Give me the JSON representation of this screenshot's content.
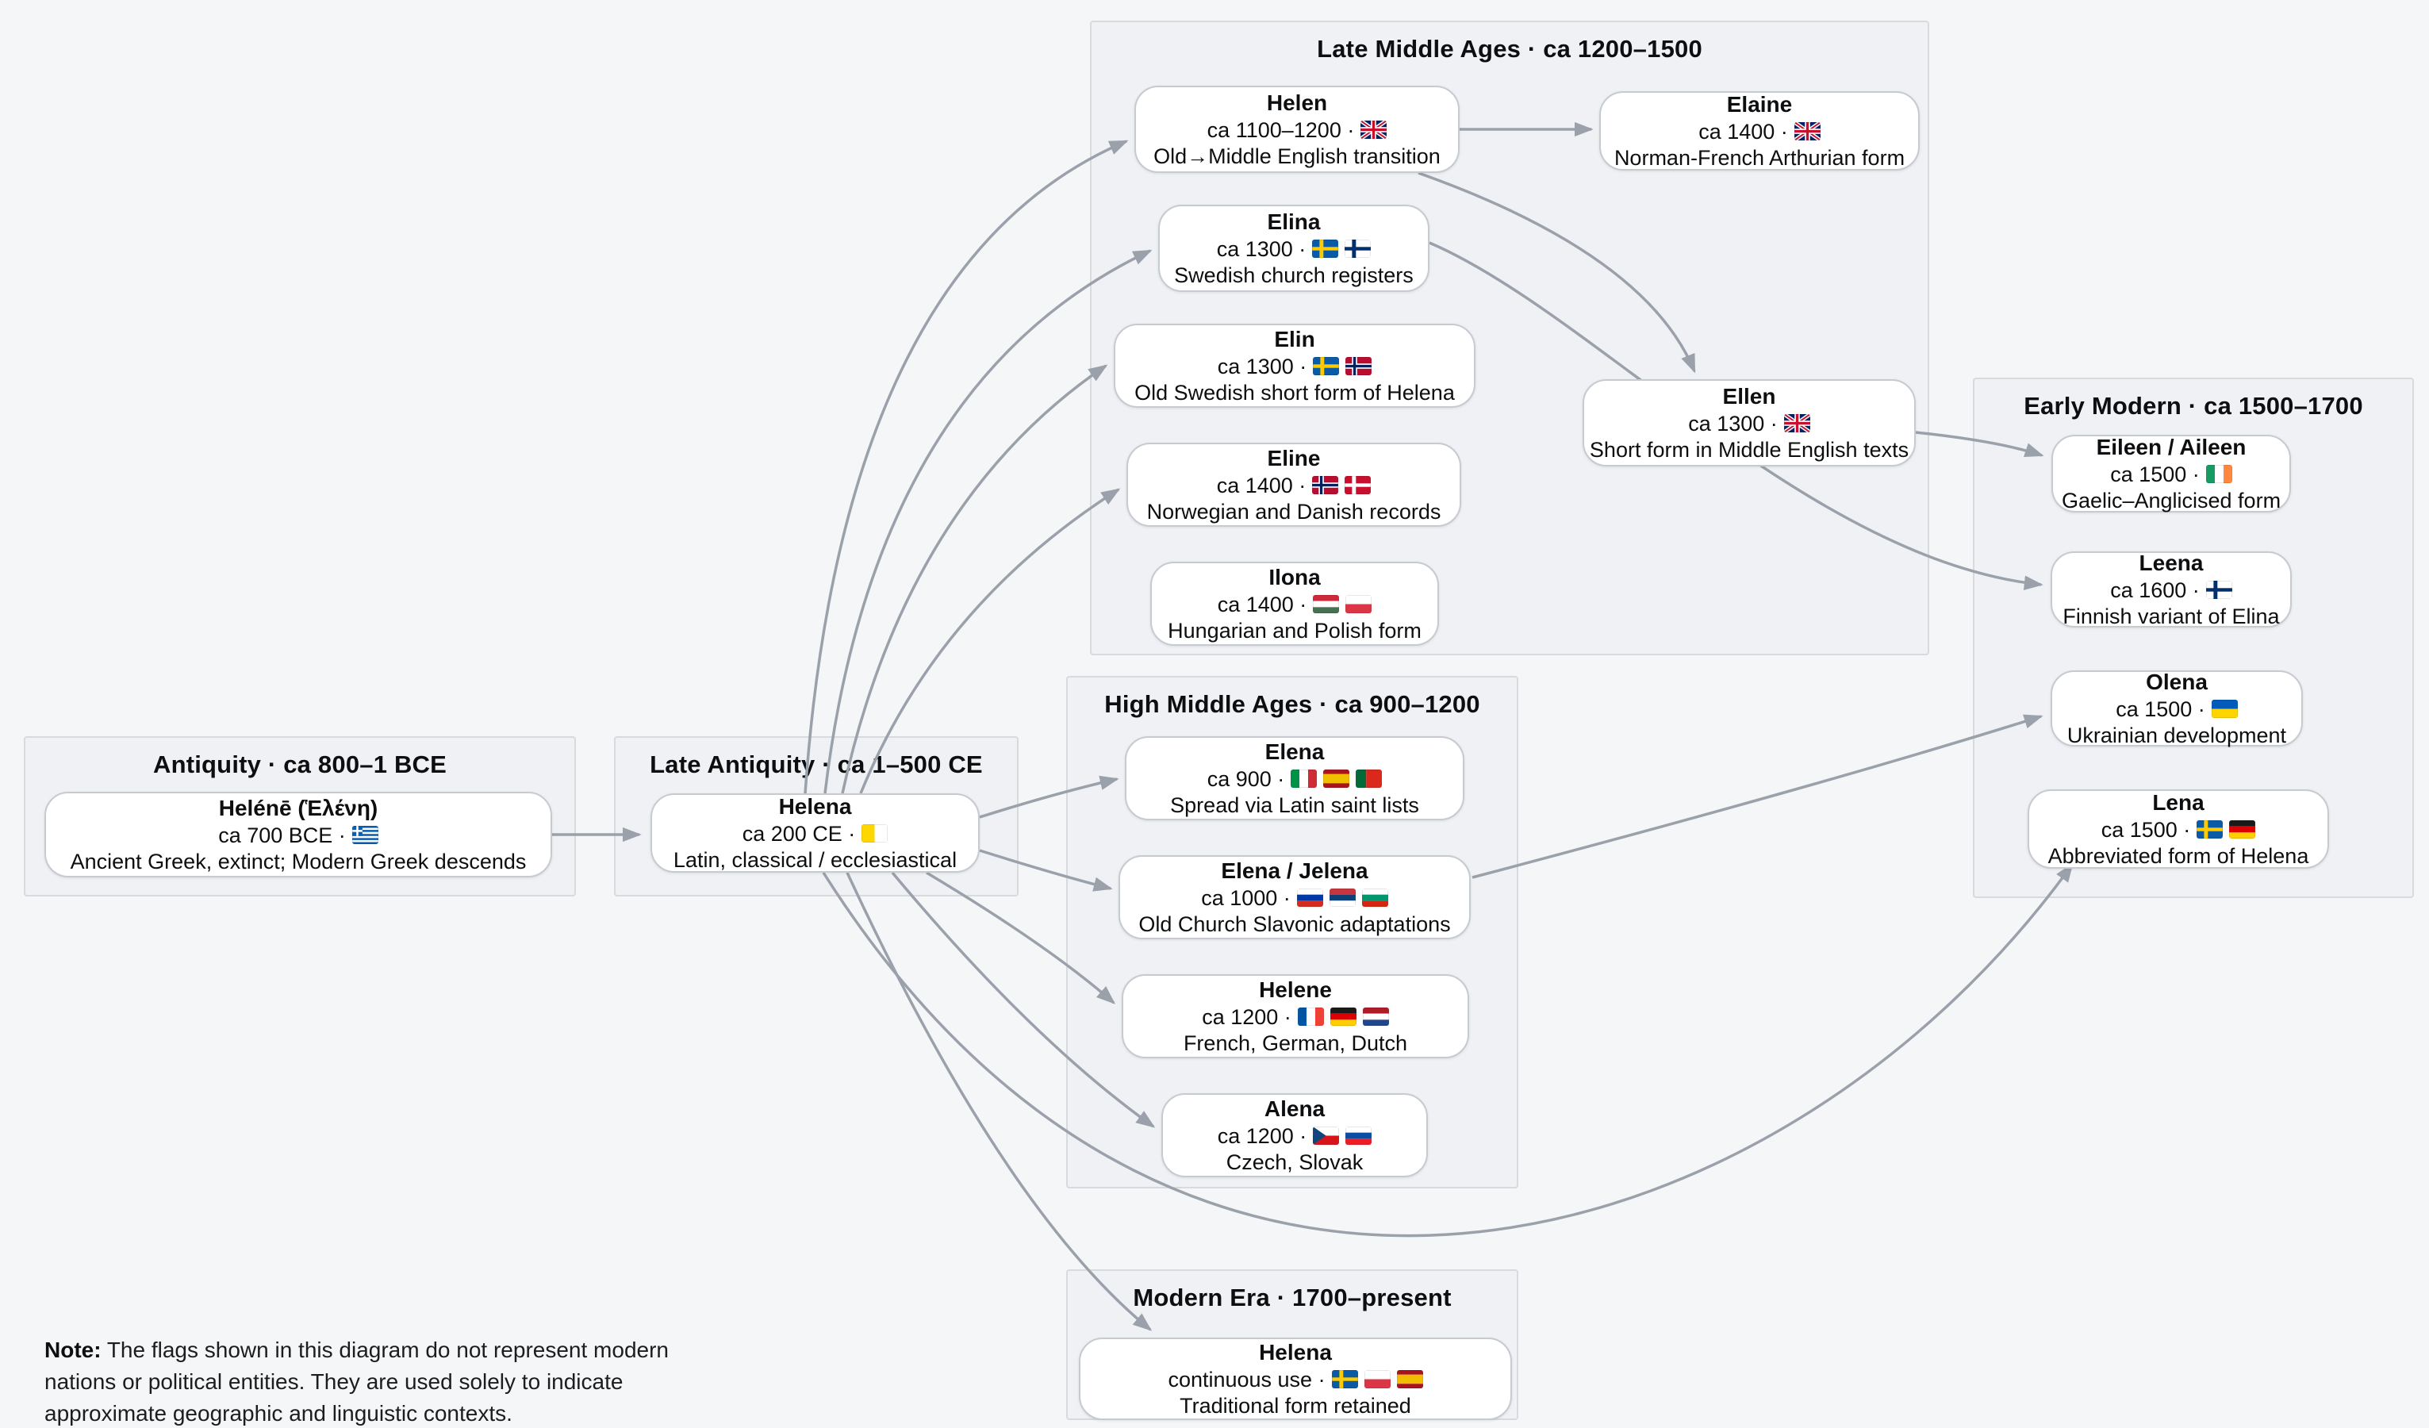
{
  "note": {
    "label": "Note:",
    "text": " The flags shown in this diagram do not represent modern nations or political entities. They are used solely to indicate approximate geographic and linguistic contexts."
  },
  "groups": [
    {
      "id": "antiquity",
      "title": "Antiquity · ca 800–1 BCE"
    },
    {
      "id": "late_antiquity",
      "title": "Late Antiquity · ca 1–500 CE"
    },
    {
      "id": "late_middle",
      "title": "Late Middle Ages · ca 1200–1500"
    },
    {
      "id": "high_middle",
      "title": "High Middle Ages · ca 900–1200"
    },
    {
      "id": "early_modern",
      "title": "Early Modern · ca 1500–1700"
    },
    {
      "id": "modern",
      "title": "Modern Era · 1700–present"
    }
  ],
  "nodes": [
    {
      "id": "helene_gr",
      "group": "antiquity",
      "name": "Helénē (Ἑλένη)",
      "meta": "ca 700 BCE ·",
      "flags": [
        "GR"
      ],
      "desc": "Ancient Greek, extinct; Modern Greek descends"
    },
    {
      "id": "helena_la",
      "group": "late_antiquity",
      "name": "Helena",
      "meta": "ca 200 CE ·",
      "flags": [
        "VA"
      ],
      "desc": "Latin, classical / ecclesiastical"
    },
    {
      "id": "helen",
      "group": "late_middle",
      "name": "Helen",
      "meta": "ca 1100–1200 ·",
      "flags": [
        "GB"
      ],
      "desc": "Old→Middle English transition"
    },
    {
      "id": "elaine",
      "group": "late_middle",
      "name": "Elaine",
      "meta": "ca 1400 ·",
      "flags": [
        "GB"
      ],
      "desc": "Norman-French Arthurian form"
    },
    {
      "id": "elina",
      "group": "late_middle",
      "name": "Elina",
      "meta": "ca 1300 ·",
      "flags": [
        "SE",
        "FI"
      ],
      "desc": "Swedish church registers"
    },
    {
      "id": "elin",
      "group": "late_middle",
      "name": "Elin",
      "meta": "ca 1300 ·",
      "flags": [
        "SE",
        "NO"
      ],
      "desc": "Old Swedish short form of Helena"
    },
    {
      "id": "eline",
      "group": "late_middle",
      "name": "Eline",
      "meta": "ca 1400 ·",
      "flags": [
        "NO",
        "DK"
      ],
      "desc": "Norwegian and Danish records"
    },
    {
      "id": "ilona",
      "group": "late_middle",
      "name": "Ilona",
      "meta": "ca 1400 ·",
      "flags": [
        "HU",
        "PL"
      ],
      "desc": "Hungarian and Polish form"
    },
    {
      "id": "ellen",
      "group": "late_middle",
      "name": "Ellen",
      "meta": "ca 1300 ·",
      "flags": [
        "GB"
      ],
      "desc": "Short form in Middle English texts"
    },
    {
      "id": "eileen",
      "group": "early_modern",
      "name": "Eileen / Aileen",
      "meta": "ca 1500 ·",
      "flags": [
        "IE"
      ],
      "desc": "Gaelic–Anglicised form"
    },
    {
      "id": "leena",
      "group": "early_modern",
      "name": "Leena",
      "meta": "ca 1600 ·",
      "flags": [
        "FI"
      ],
      "desc": "Finnish variant of Elina"
    },
    {
      "id": "olena",
      "group": "early_modern",
      "name": "Olena",
      "meta": "ca 1500 ·",
      "flags": [
        "UA"
      ],
      "desc": "Ukrainian development"
    },
    {
      "id": "lena",
      "group": "early_modern",
      "name": "Lena",
      "meta": "ca 1500 ·",
      "flags": [
        "SE",
        "DE"
      ],
      "desc": "Abbreviated form of Helena"
    },
    {
      "id": "elena",
      "group": "high_middle",
      "name": "Elena",
      "meta": "ca 900 ·",
      "flags": [
        "IT",
        "ES",
        "PT"
      ],
      "desc": "Spread via Latin saint lists"
    },
    {
      "id": "jelena",
      "group": "high_middle",
      "name": "Elena / Jelena",
      "meta": "ca 1000 ·",
      "flags": [
        "RU",
        "RS",
        "BG"
      ],
      "desc": "Old Church Slavonic adaptations"
    },
    {
      "id": "helene_fr",
      "group": "high_middle",
      "name": "Helene",
      "meta": "ca 1200 ·",
      "flags": [
        "FR",
        "DE",
        "NL"
      ],
      "desc": "French, German, Dutch"
    },
    {
      "id": "alena",
      "group": "high_middle",
      "name": "Alena",
      "meta": "ca 1200 ·",
      "flags": [
        "CZ",
        "SK"
      ],
      "desc": "Czech, Slovak"
    },
    {
      "id": "helena_mod",
      "group": "modern",
      "name": "Helena",
      "meta": "continuous use ·",
      "flags": [
        "SE",
        "PL",
        "ES"
      ],
      "desc": "Traditional form retained"
    }
  ],
  "edges": [
    {
      "from": "helene_gr",
      "to": "helena_la"
    },
    {
      "from": "helena_la",
      "to": "helen"
    },
    {
      "from": "helena_la",
      "to": "elina"
    },
    {
      "from": "helena_la",
      "to": "elin"
    },
    {
      "from": "helena_la",
      "to": "eline"
    },
    {
      "from": "helena_la",
      "to": "elena"
    },
    {
      "from": "helena_la",
      "to": "jelena"
    },
    {
      "from": "helena_la",
      "to": "helene_fr"
    },
    {
      "from": "helena_la",
      "to": "alena"
    },
    {
      "from": "helena_la",
      "to": "helena_mod"
    },
    {
      "from": "helena_la",
      "to": "lena"
    },
    {
      "from": "helen",
      "to": "elaine"
    },
    {
      "from": "helen",
      "to": "ellen"
    },
    {
      "from": "elina",
      "to": "leena"
    },
    {
      "from": "ellen",
      "to": "eileen"
    },
    {
      "from": "jelena",
      "to": "olena"
    }
  ],
  "colors": {
    "page_bg": "#f5f6f8",
    "group_bg": "#f0f1f4",
    "group_border": "#d8dade",
    "node_border": "#c6cad1",
    "edge": "#9aa1ab",
    "text": "#0d0e10"
  }
}
